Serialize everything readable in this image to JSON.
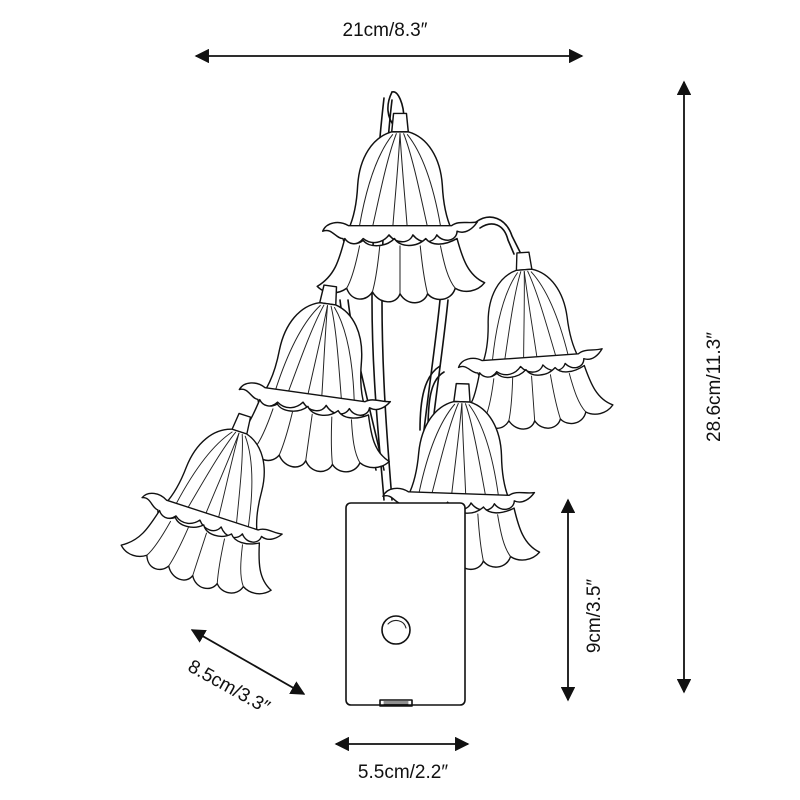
{
  "dimensions": {
    "overall_width": "21cm/8.3″",
    "overall_height": "28.6cm/11.3″",
    "depth": "8.5cm/3.3″",
    "base_width": "5.5cm/2.2″",
    "base_height": "9cm/3.5″"
  },
  "colors": {
    "line": "#111111",
    "background": "#ffffff"
  },
  "illustration": {
    "subject": "five-flower lily of the valley wall sconce line drawing",
    "icons": [
      "flower-shade-icon",
      "wall-plate-icon",
      "switch-knob-icon",
      "arrow-icon"
    ]
  }
}
